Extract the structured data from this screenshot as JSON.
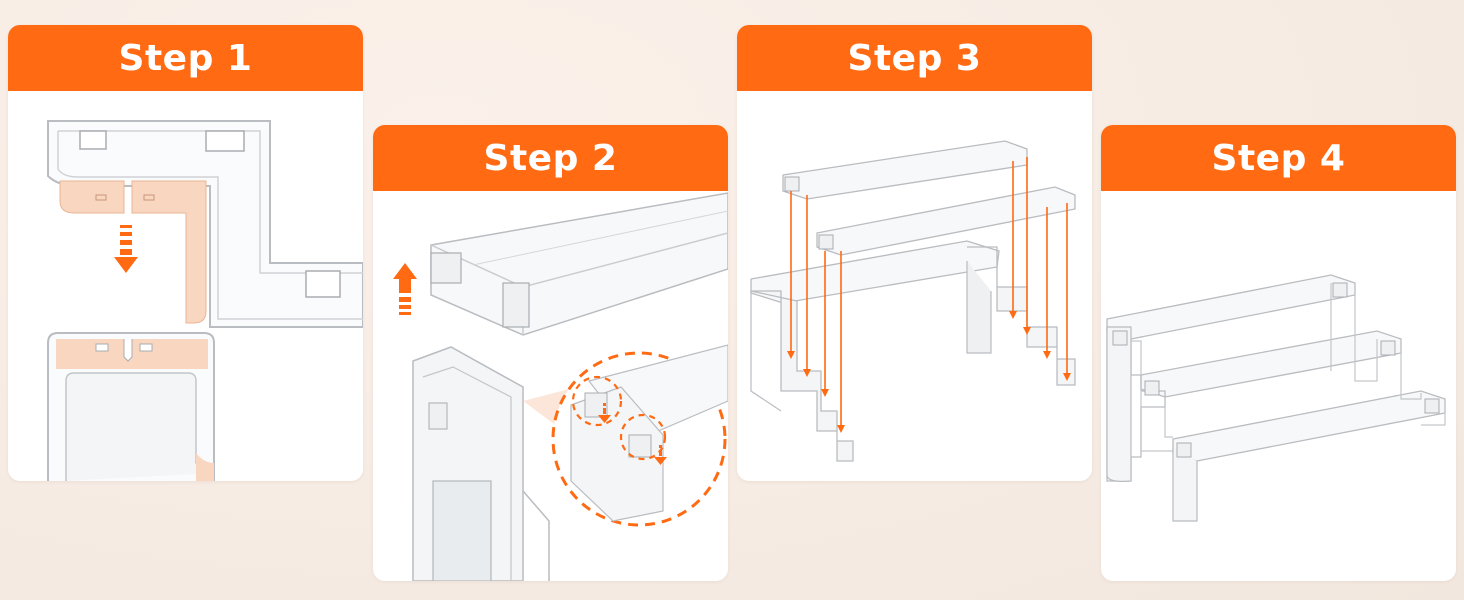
{
  "colors": {
    "accent": "#ff6a12",
    "highlight": "#f9d6c0",
    "outline": "#b9bcc0",
    "background": "#f6ece4"
  },
  "steps": [
    {
      "label": "Step 1"
    },
    {
      "label": "Step 2"
    },
    {
      "label": "Step 3"
    },
    {
      "label": "Step 4"
    }
  ]
}
